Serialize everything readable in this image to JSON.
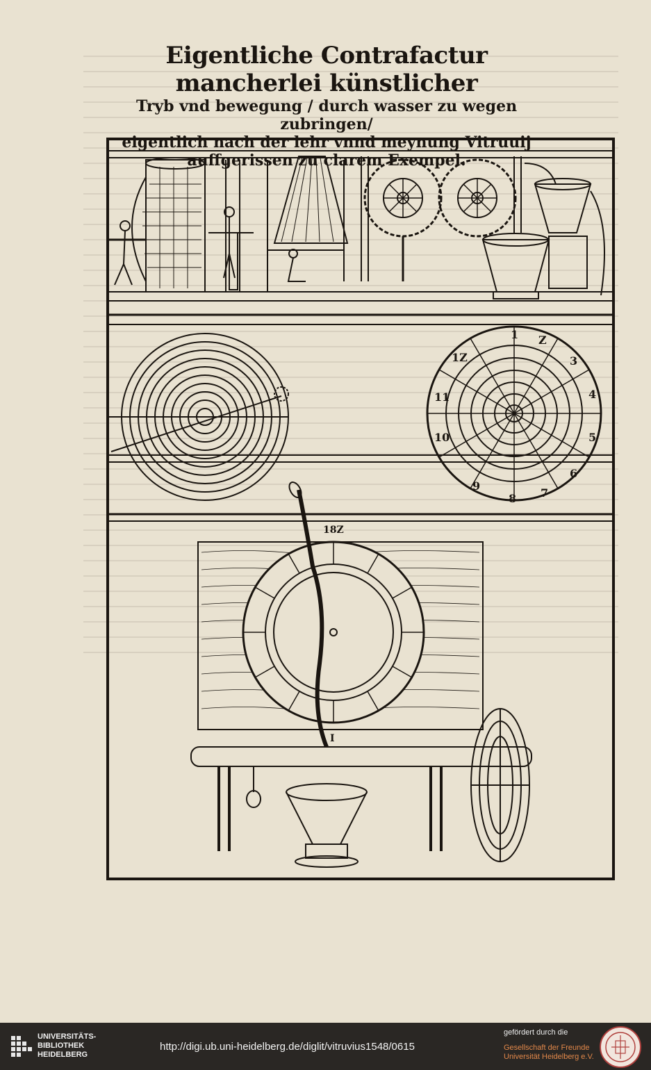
{
  "title": {
    "line1": "Eigentliche Contrafactur mancherlei künstlicher",
    "line2": "Tryb vnd bewegung / durch wasser zu wegen zubringen/",
    "line3": "eigentlich nach der lehr vnnd meynung Vitruuij",
    "line4": "auffgerissen zu clarem Exempel."
  },
  "figure": {
    "dial_numbers": [
      "1",
      "Z",
      "3",
      "4",
      "5",
      "6",
      "7",
      "8",
      "9",
      "10",
      "11",
      "1Z"
    ],
    "upper_dial_label": "18Z",
    "lower_label": "I"
  },
  "footer": {
    "library_line1": "UNIVERSITÄTS-",
    "library_line2": "BIBLIOTHEK",
    "library_line3": "HEIDELBERG",
    "url": "http://digi.ub.uni-heidelberg.de/diglit/vitruvius1548/0615",
    "funded_by": "gefördert durch die",
    "funder_line1": "Gesellschaft der Freunde",
    "funder_line2": "Universität Heidelberg e.V."
  },
  "colors": {
    "paper": "#e9e2d1",
    "ink": "#1a1510",
    "footer_bg": "#2a2724",
    "funder_accent": "#e2884a",
    "seal_red": "#b0413e"
  }
}
